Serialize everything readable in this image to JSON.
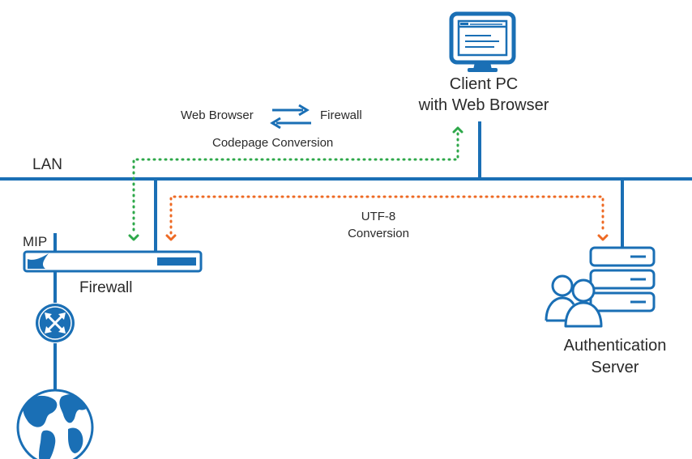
{
  "labels": {
    "client_pc_line1": "Client PC",
    "client_pc_line2": "with Web Browser",
    "legend_from": "Web Browser",
    "legend_to": "Firewall",
    "codepage": "Codepage Conversion",
    "lan": "LAN",
    "mip": "MIP",
    "firewall": "Firewall",
    "utf8_line1": "UTF-8",
    "utf8_line2": "Conversion",
    "auth_line1": "Authentication",
    "auth_line2": "Server"
  },
  "icons": {
    "client": "monitor-icon",
    "firewall": "firewall-appliance-icon",
    "router": "router-icon",
    "internet": "globe-icon",
    "server": "server-stack-icon",
    "users": "users-icon"
  },
  "colors": {
    "blue": "#1a6fb5",
    "green": "#2ea84a",
    "orange": "#ee6a24",
    "text": "#2a2a2a"
  }
}
